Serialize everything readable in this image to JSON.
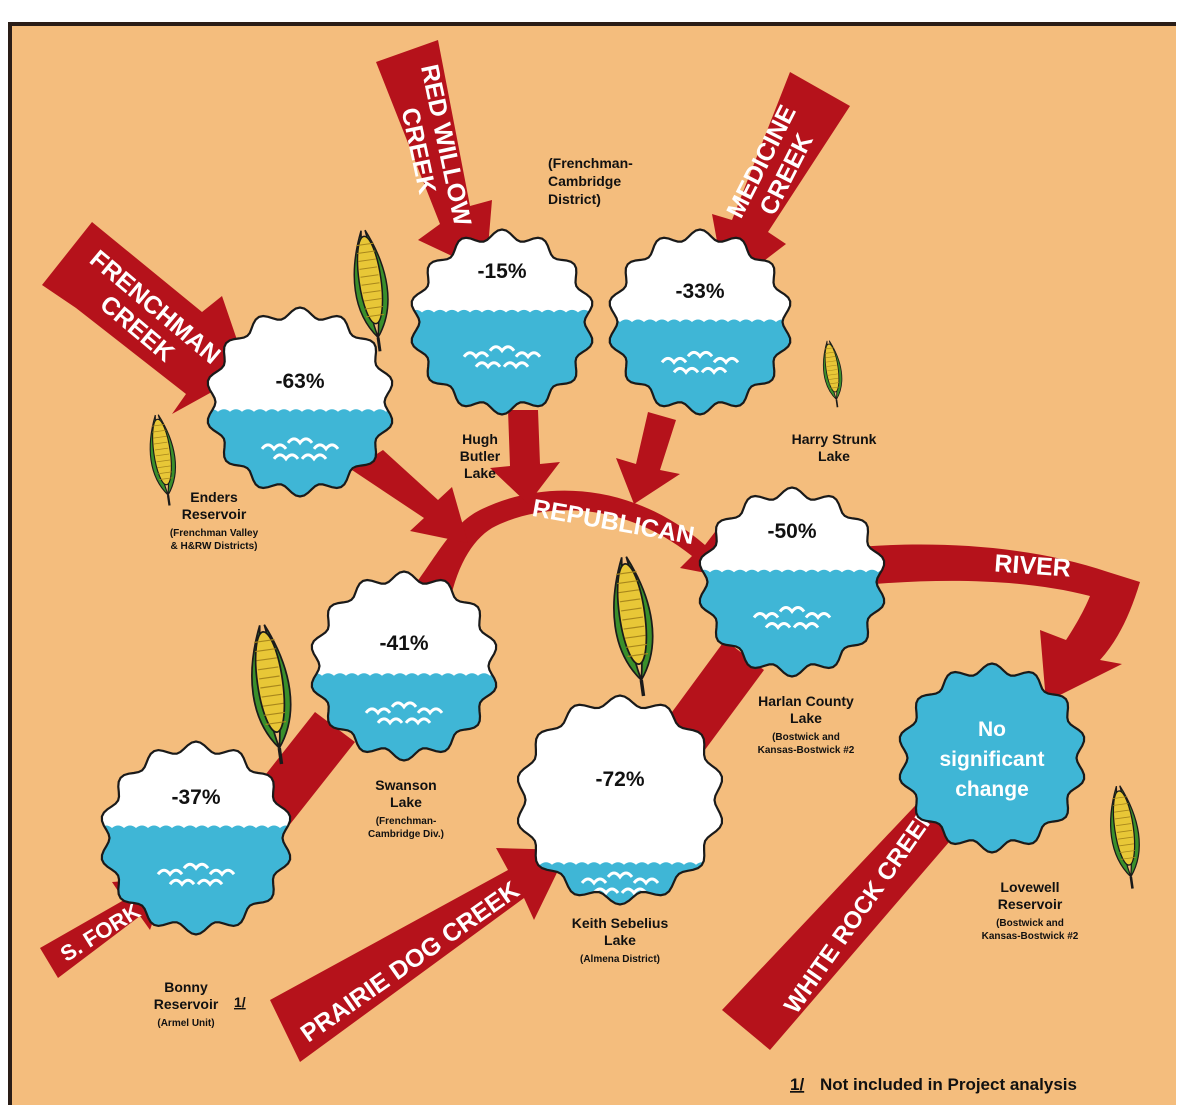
{
  "colors": {
    "background": "#f4bd7d",
    "arrow": "#b5121b",
    "water": "#3fb6d6",
    "empty": "#ffffff",
    "outline": "#1a1a1a",
    "corn_kernel": "#e8c737",
    "corn_husk": "#3a8f2b"
  },
  "streams": {
    "frenchman": "FRENCHMAN CREEK",
    "red_willow": "RED WILLOW CREEK",
    "medicine": "MEDICINE CREEK",
    "s_fork": "S. FORK",
    "prairie_dog": "PRAIRIE DOG CREEK",
    "white_rock": "WHITE ROCK CREEK",
    "republican": "REPUBLICAN",
    "river": "RIVER"
  },
  "reservoirs": [
    {
      "id": "enders",
      "change": "-63%",
      "fill": 0.45,
      "name": [
        "Enders",
        "Reservoir"
      ],
      "sub": [
        "(Frenchman Valley",
        "& H&RW Districts)"
      ]
    },
    {
      "id": "hugh_butler",
      "change": "-15%",
      "fill": 0.55,
      "name": [
        "Hugh",
        "Butler",
        "Lake"
      ],
      "sub": []
    },
    {
      "id": "harry_strunk",
      "change": "-33%",
      "fill": 0.5,
      "name": [
        "Harry Strunk",
        "Lake"
      ],
      "sub": []
    },
    {
      "id": "swanson",
      "change": "-41%",
      "fill": 0.45,
      "name": [
        "Swanson",
        "Lake"
      ],
      "sub": [
        "(Frenchman-",
        "Cambridge Div.)"
      ]
    },
    {
      "id": "harlan",
      "change": "-50%",
      "fill": 0.55,
      "name": [
        "Harlan County",
        "Lake"
      ],
      "sub": [
        "(Bostwick and",
        "Kansas-Bostwick #2"
      ]
    },
    {
      "id": "bonny",
      "change": "-37%",
      "fill": 0.55,
      "name": [
        "Bonny",
        "Reservoir"
      ],
      "footnote_mark": "1/",
      "sub": [
        "(Armel Unit)"
      ]
    },
    {
      "id": "keith_sebelius",
      "change": "-72%",
      "fill": 0.2,
      "name": [
        "Keith Sebelius",
        "Lake"
      ],
      "sub": [
        "(Almena District)"
      ]
    },
    {
      "id": "lovewell",
      "change": "No significant change",
      "change_lines": [
        "No",
        "significant",
        "change"
      ],
      "fill": 1.0,
      "name": [
        "Lovewell",
        "Reservoir"
      ],
      "sub": [
        "(Bostwick and",
        "Kansas-Bostwick #2"
      ]
    }
  ],
  "district_note": [
    "(Frenchman-",
    "Cambridge",
    "District)"
  ],
  "footnote": {
    "mark": "1/",
    "text": "Not included in Project analysis"
  }
}
